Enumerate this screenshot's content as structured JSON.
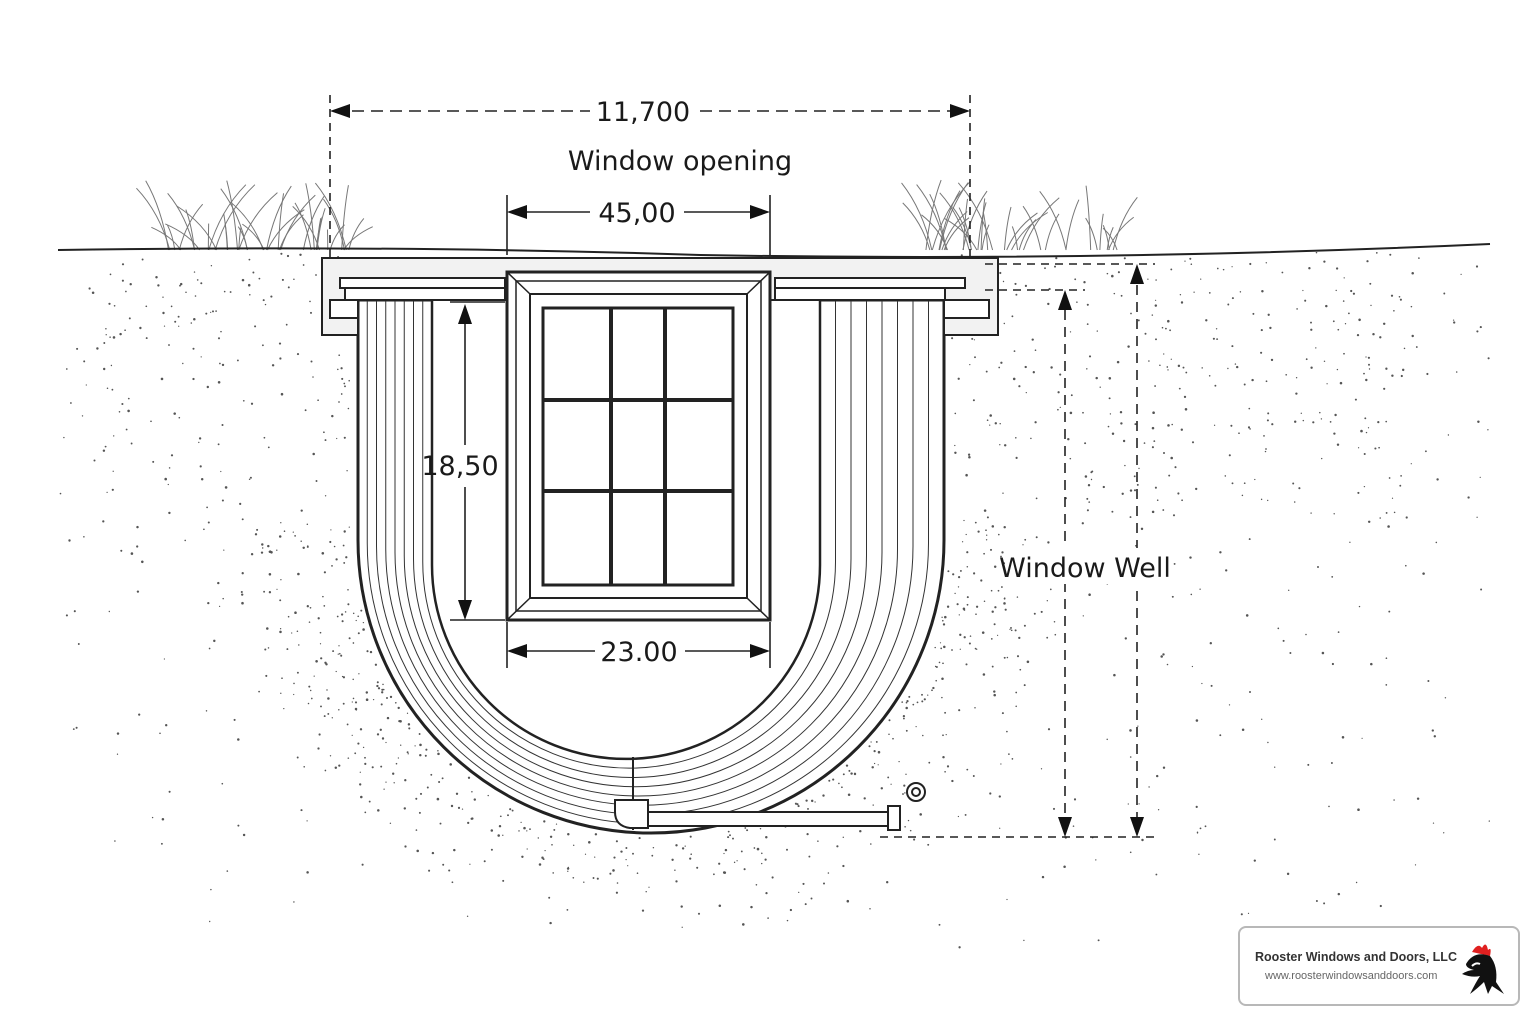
{
  "diagram": {
    "dimensions": {
      "overall_width": "11,700",
      "opening_label": "Window opening",
      "window_top_width": "45,00",
      "window_height": "18,50",
      "window_bottom_width": "23.00",
      "well_label": "Window Well"
    },
    "colors": {
      "line": "#1a1a1a",
      "soil": "#555555",
      "grass": "#777777"
    }
  },
  "brand": {
    "name": "Rooster Windows and Doors, LLC",
    "url": "www.roosterwindowsanddoors.com",
    "logo_colors": {
      "comb": "#e02020",
      "body": "#111111"
    }
  }
}
